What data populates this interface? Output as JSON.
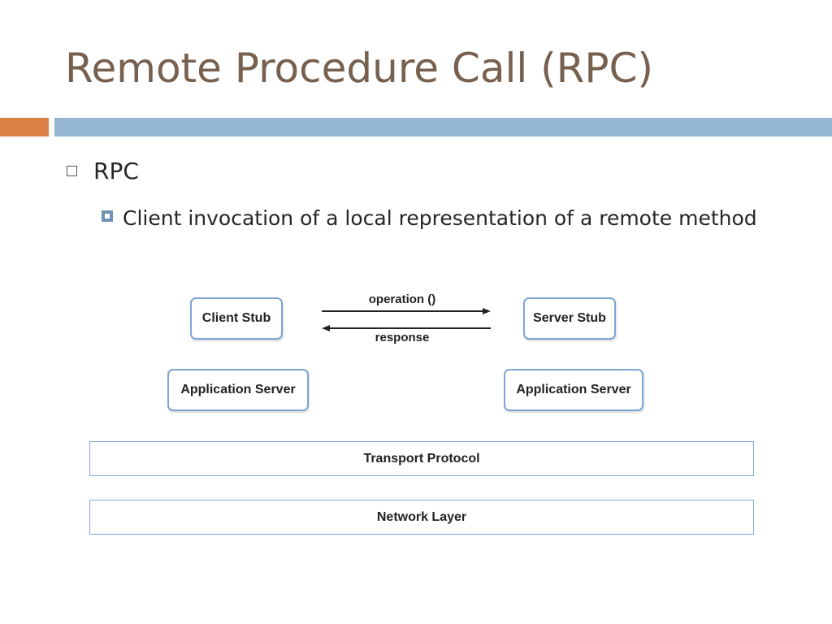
{
  "slide": {
    "title": "Remote Procedure Call (RPC)",
    "bullets": [
      {
        "text": "RPC",
        "sub_bullets": [
          "Client invocation of a local representation of a remote method"
        ]
      }
    ]
  },
  "diagram": {
    "client_stub": "Client Stub",
    "server_stub": "Server Stub",
    "request_label": "operation ()",
    "response_label": "response",
    "client_app_server": "Application Server",
    "server_app_server": "Application Server",
    "transport_layer": "Transport Protocol",
    "network_layer": "Network Layer"
  },
  "colors": {
    "title": "#77604e",
    "accent_orange": "#dd8047",
    "accent_blue": "#94b6d2",
    "box_border": "#7ea5d6"
  }
}
